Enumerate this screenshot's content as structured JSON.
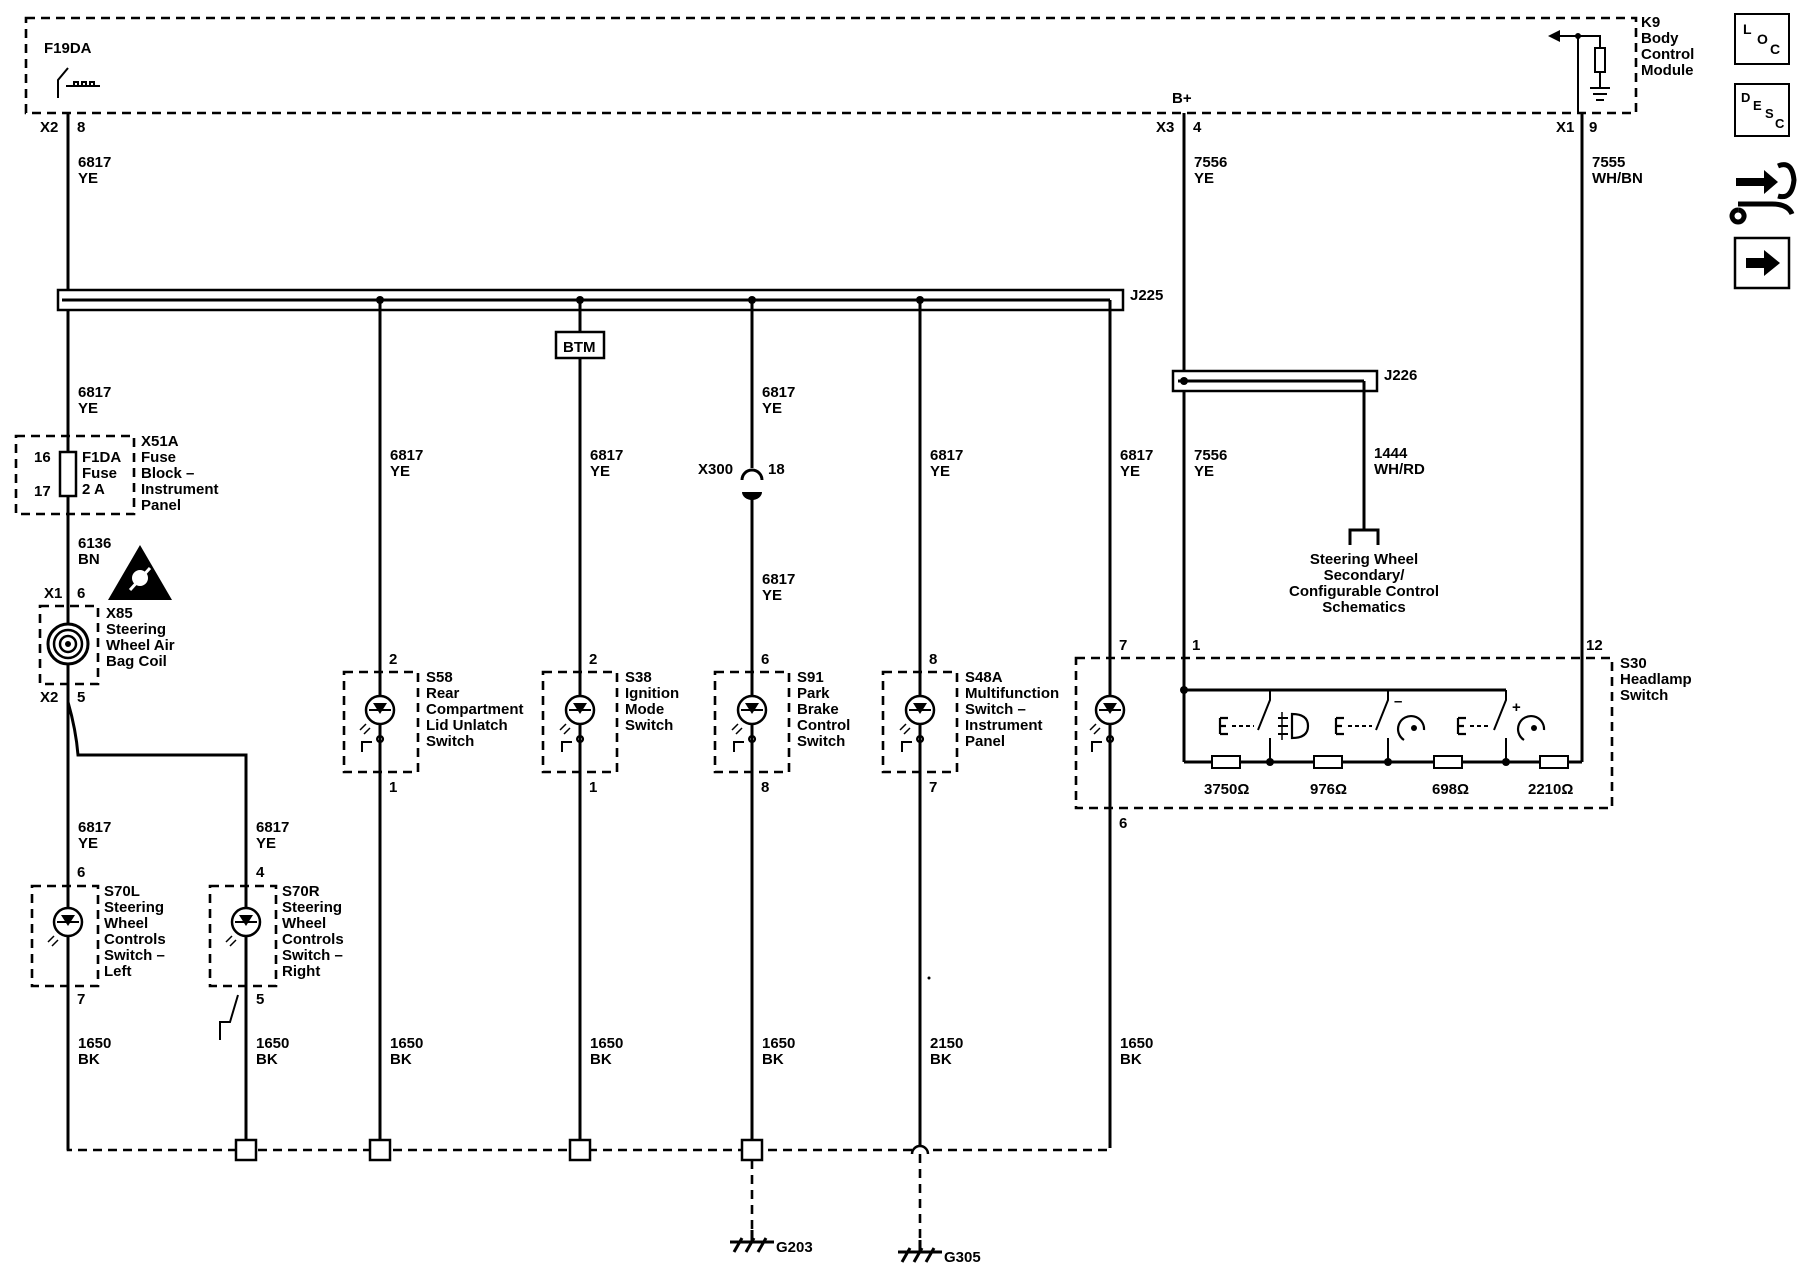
{
  "module": {
    "fuse_ref": "F19DA",
    "name_lines": [
      "K9",
      "Body",
      "Control",
      "Module"
    ],
    "bplus": "B+"
  },
  "connectors": {
    "x2_a": "X2",
    "x2_a_pin": "8",
    "x3": "X3",
    "x3_pin": "4",
    "x1_a": "X1",
    "x1_a_pin": "9"
  },
  "wires": {
    "w6817": "6817",
    "ye": "YE",
    "w7556": "7556",
    "w7555": "7555",
    "whbn": "WH/BN",
    "w6136": "6136",
    "bn": "BN",
    "w1444": "1444",
    "whrd": "WH/RD",
    "w1650": "1650",
    "w2150": "2150",
    "bk": "BK"
  },
  "splices": {
    "j225": "J225",
    "j226": "J226",
    "btm": "BTM"
  },
  "fuse_block": {
    "pin16": "16",
    "pin17": "17",
    "fuse_lines": [
      "F1DA",
      "Fuse",
      "2 A"
    ],
    "name_lines": [
      "X51A",
      "Fuse",
      "Block –",
      "Instrument",
      "Panel"
    ]
  },
  "airbag_coil": {
    "x1": "X1",
    "pin6": "6",
    "x2": "X2",
    "pin5": "5",
    "name_lines": [
      "X85",
      "Steering",
      "Wheel Air",
      "Bag Coil"
    ]
  },
  "inline_connector": {
    "x300": "X300",
    "pin18": "18"
  },
  "switches": {
    "s58": {
      "top_pin": "2",
      "bottom_pin": "1",
      "name_lines": [
        "S58",
        "Rear",
        "Compartment",
        "Lid Unlatch",
        "Switch"
      ]
    },
    "s38": {
      "top_pin": "2",
      "bottom_pin": "1",
      "name_lines": [
        "S38",
        "Ignition",
        "Mode",
        "Switch"
      ]
    },
    "s91": {
      "top_pin": "6",
      "bottom_pin": "8",
      "name_lines": [
        "S91",
        "Park",
        "Brake",
        "Control",
        "Switch"
      ]
    },
    "s48a": {
      "top_pin": "8",
      "bottom_pin": "7",
      "name_lines": [
        "S48A",
        "Multifunction",
        "Switch –",
        "Instrument",
        "Panel"
      ]
    },
    "s70l": {
      "top_pin": "6",
      "bottom_pin": "7",
      "name_lines": [
        "S70L",
        "Steering",
        "Wheel",
        "Controls",
        "Switch –",
        "Left"
      ]
    },
    "s70r": {
      "top_pin": "4",
      "bottom_pin": "5",
      "name_lines": [
        "S70R",
        "Steering",
        "Wheel",
        "Controls",
        "Switch –",
        "Right"
      ]
    }
  },
  "headlamp_switch": {
    "pin7": "7",
    "pin1": "1",
    "pin12": "12",
    "pin6": "6",
    "name_lines": [
      "S30",
      "Headlamp",
      "Switch"
    ],
    "resistors": [
      "3750Ω",
      "976Ω",
      "698Ω",
      "2210Ω"
    ],
    "minus": "–",
    "plus": "+"
  },
  "reference_note": [
    "Steering Wheel",
    "Secondary/",
    "Configurable Control",
    "Schematics"
  ],
  "grounds": {
    "g203": "G203",
    "g305": "G305"
  },
  "nav": {
    "loc": [
      "L",
      "O",
      "C"
    ],
    "desc": [
      "D",
      "E",
      "S",
      "C"
    ]
  },
  "colors": {
    "ink": "#000000",
    "paper": "#ffffff"
  }
}
